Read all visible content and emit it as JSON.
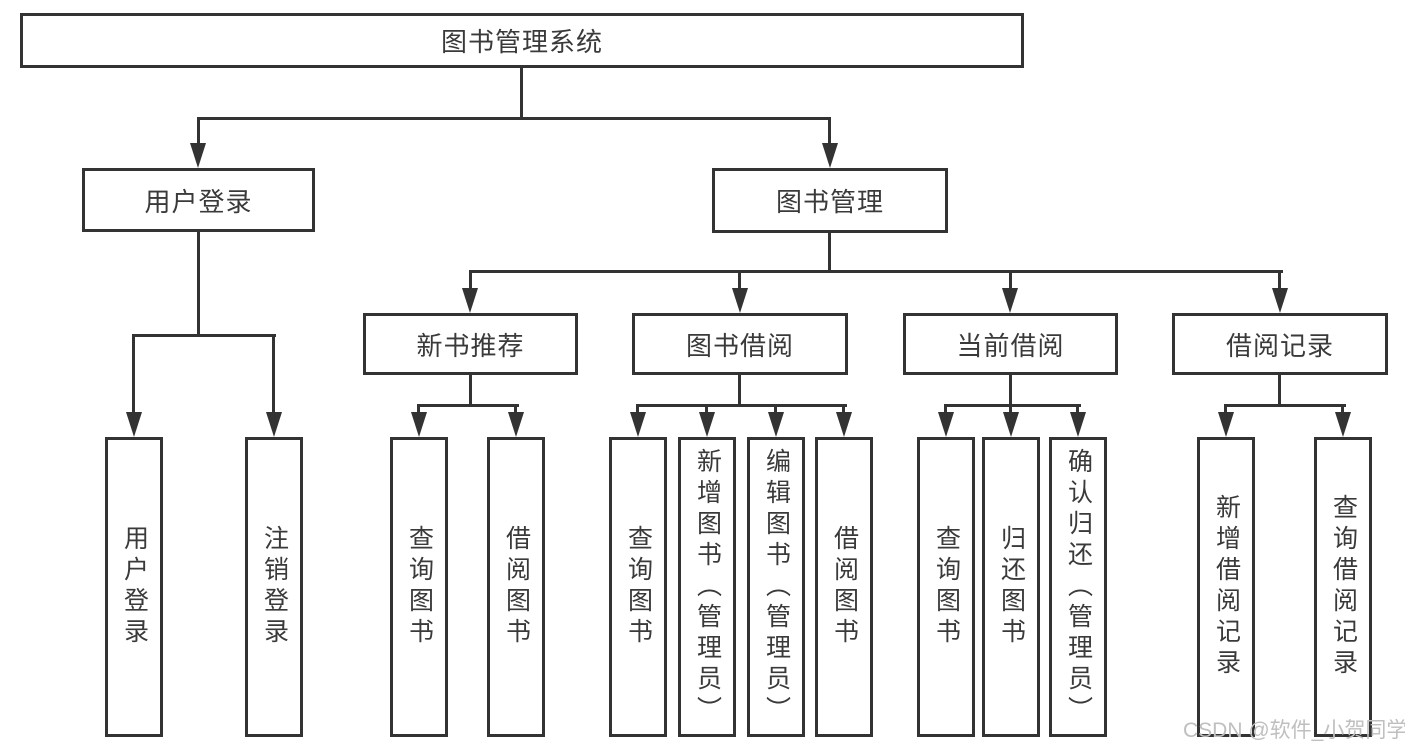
{
  "diagram": {
    "nodes": {
      "root": "图书管理系统",
      "user_login": "用户登录",
      "book_mgmt": "图书管理",
      "new_books": "新书推荐",
      "book_borrow": "图书借阅",
      "current_borrow": "当前借阅",
      "borrow_records": "借阅记录",
      "leaf_user_login": "用户登录",
      "leaf_logout": "注销登录",
      "leaf_nb_query": "查询图书",
      "leaf_nb_borrow": "借阅图书",
      "leaf_bw_query": "查询图书",
      "leaf_bw_add": "新增图书（管理员）",
      "leaf_bw_edit": "编辑图书（管理员）",
      "leaf_bw_borrow": "借阅图书",
      "leaf_cur_query": "查询图书",
      "leaf_cur_return": "归还图书",
      "leaf_cur_confirm": "确认归还（管理员）",
      "leaf_rec_add": "新增借阅记录",
      "leaf_rec_query": "查询借阅记录"
    },
    "watermark": "CSDN @软件_小贺同学",
    "colors": {
      "line": "#333333",
      "text": "#3a3a3a",
      "watermark": "#bfbfbf",
      "background": "#ffffff"
    }
  }
}
